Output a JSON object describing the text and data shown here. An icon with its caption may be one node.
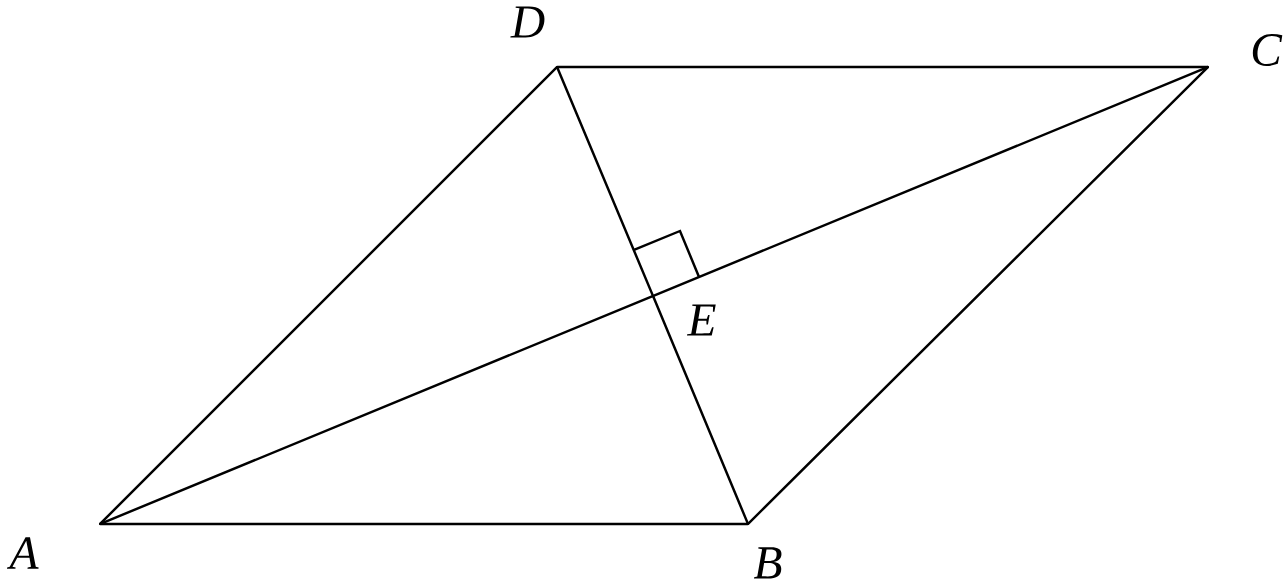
{
  "diagram": {
    "nodes": [
      {
        "text": [
          "A"
        ]
      },
      {
        "text": [
          "B"
        ]
      },
      {
        "text": [
          "C"
        ]
      },
      {
        "text": [
          "D"
        ]
      },
      {
        "text": [
          "E"
        ]
      }
    ],
    "edges": [
      {
        "from": 0,
        "to": 1,
        "arrow": "none"
      },
      {
        "from": 1,
        "to": 2,
        "arrow": "none"
      },
      {
        "from": 2,
        "to": 3,
        "arrow": "none"
      },
      {
        "from": 3,
        "to": 0,
        "arrow": "none"
      },
      {
        "from": 0,
        "to": 4,
        "arrow": "none"
      },
      {
        "from": 4,
        "to": 2,
        "arrow": "none"
      },
      {
        "from": 3,
        "to": 4,
        "arrow": "none"
      },
      {
        "from": 4,
        "to": 1,
        "arrow": "none"
      }
    ]
  }
}
